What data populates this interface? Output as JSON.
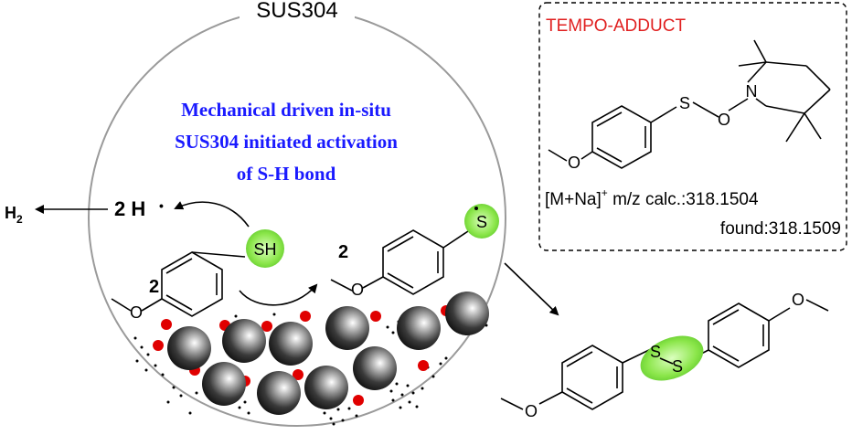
{
  "vessel": {
    "label": "SUS304",
    "caption_line1": "Mechanical driven in-situ",
    "caption_line2": "SUS304 initiated activation",
    "caption_line3": "of S-H bond"
  },
  "labels": {
    "h2_main": "H",
    "h2_sub": "2",
    "two_h": "2 H",
    "radical_dot": "•",
    "sh": "SH",
    "coef_thiol": "2",
    "coef_radical": "2",
    "s_radical": "S",
    "o": "O",
    "s": "S",
    "n": "N"
  },
  "tempo_box": {
    "title": "TEMPO-ADDUCT",
    "ms_prefix": "[M+Na]",
    "ms_sup": "+",
    "ms_calc": " m/z calc.:318.1504",
    "ms_found": "found:318.1509"
  },
  "colors": {
    "caption_blue": "#1a1aff",
    "title_red": "#e02020",
    "highlight_green": "#7ee040",
    "ball_red": "#e00000"
  }
}
